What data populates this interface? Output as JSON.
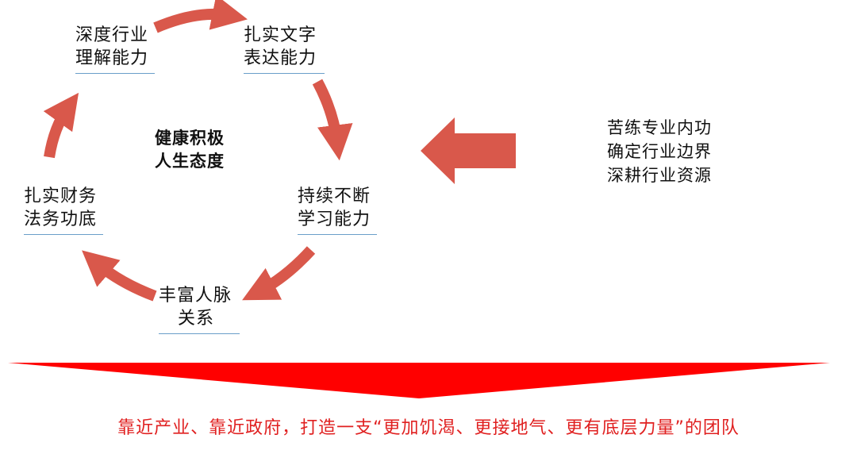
{
  "cycle": {
    "center": {
      "line1": "健康积极",
      "line2": "人生态度"
    },
    "nodes": [
      {
        "line1": "深度行业",
        "line2": "理解能力"
      },
      {
        "line1": "扎实文字",
        "line2": "表达能力"
      },
      {
        "line1": "持续不断",
        "line2": "学习能力"
      },
      {
        "line1": "丰富人脉",
        "line2": "关系"
      },
      {
        "line1": "扎实财务",
        "line2": "法务功底"
      }
    ]
  },
  "side": {
    "lines": [
      "苦练专业内功",
      "确定行业边界",
      "深耕行业资源"
    ]
  },
  "bottom": {
    "text": "靠近产业、靠近政府，打造一支“更加饥渴、更接地气、更有底层力量”的团队"
  },
  "colors": {
    "cycle_arrow": "#d9584b",
    "side_arrow": "#d9584b",
    "funnel": "#ff0000",
    "bottom_text": "#e02020",
    "underline": "#6a9ec9"
  }
}
